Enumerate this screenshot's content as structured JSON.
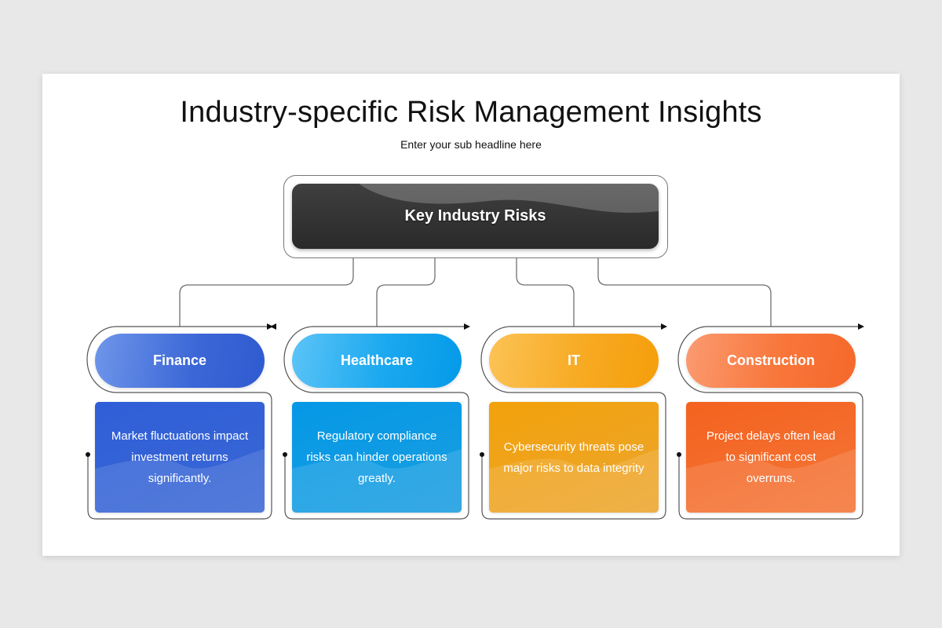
{
  "slide": {
    "title": "Industry-specific Risk Management Insights",
    "subtitle": "Enter your sub headline here"
  },
  "root": {
    "label": "Key Industry Risks",
    "color": "#333333"
  },
  "industries": [
    {
      "label": "Finance",
      "description": "Market fluctuations impact investment returns significantly.",
      "lines": [
        "Market fluctuations",
        "impact investment",
        "returns significantly."
      ],
      "color": "#3a66d6"
    },
    {
      "label": "Healthcare",
      "description": "Regulatory compliance risks can hinder operations greatly.",
      "lines": [
        "Regulatory compliance",
        "risks can hinder",
        "operations greatly."
      ],
      "color": "#0ea5ec"
    },
    {
      "label": "IT",
      "description": "Cybersecurity threats pose major risks to data integrity",
      "lines": [
        "Cybersecurity threats",
        "pose major risks to",
        "data integrity"
      ],
      "color": "#f5a20e"
    },
    {
      "label": "Construction",
      "description": "Project delays often lead to significant cost overruns.",
      "lines": [
        "Project delays often",
        "lead to significant",
        "cost overruns."
      ],
      "color": "#f7692a"
    }
  ]
}
